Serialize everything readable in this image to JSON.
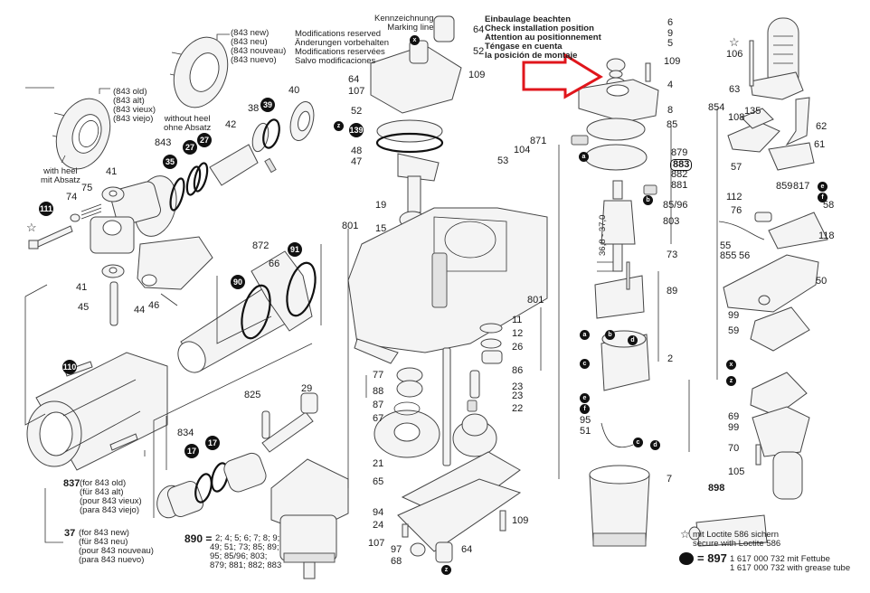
{
  "diagram": {
    "type": "exploded-parts-view",
    "annotations": {
      "modifications": [
        "Modifications reserved",
        "Änderungen vorbehalten",
        "Modifications reservées",
        "Salvo modificaciones"
      ],
      "marking": [
        "Kennzeichnung",
        "Marking line"
      ],
      "install_position": [
        "Einbaulage beachten",
        "Check installation position",
        "Attention au positionnement",
        "Téngase en cuenta",
        "la posición de montaje"
      ],
      "flange_new": [
        "(843 new)",
        "(843 neu)",
        "(843 nouveau)",
        "(843 nuevo)"
      ],
      "flange_old": [
        "(843 old)",
        "(843 alt)",
        "(843 vieux)",
        "(843 viejo)"
      ],
      "with_heel": [
        "with heel",
        "mit Absatz"
      ],
      "without_heel": [
        "without heel",
        "ohne Absatz"
      ],
      "part_837": {
        "number": "837",
        "lines": [
          "(for 843 old)",
          "(für 843 alt)",
          "(pour 843 vieux)",
          "(para 843 viejo)"
        ]
      },
      "part_37": {
        "number": "37",
        "lines": [
          "(for 843 new)",
          "(für 843 neu)",
          "(pour 843 nouveau)",
          "(para 843 nuevo)"
        ]
      },
      "kit_890": {
        "number": "890 =",
        "lines": [
          "2; 4; 5; 6; 7; 8; 9;",
          "49; 51; 73; 85; 89;",
          "95; 85/96; 803;",
          "879; 881; 882; 883"
        ]
      },
      "dimension": "36,8 - 37,0",
      "loctite": [
        "mit Loctite 586 sichern",
        "secure with Loctite 586"
      ],
      "grease": {
        "label": "= 897",
        "lines": [
          "1 617 000 732 mit Fettube",
          "1 617 000 732 with grease tube"
        ]
      }
    },
    "highlight_arrow": {
      "color": "#e0161c",
      "points_to_part": "5"
    },
    "grease_badges": [
      "111",
      "35",
      "27",
      "27",
      "39",
      "139",
      "91",
      "90",
      "110",
      "17",
      "17"
    ],
    "letter_badges": [
      "x",
      "z",
      "a",
      "b",
      "c",
      "d",
      "e",
      "f"
    ],
    "part_labels": {
      "p64a": "64",
      "p52a": "52",
      "p64b": "64",
      "p107a": "107",
      "p109a": "109",
      "p52b": "52",
      "p139": "139",
      "p48": "48",
      "p47": "47",
      "p19": "19",
      "p15": "15",
      "p801a": "801",
      "p53": "53",
      "p104": "104",
      "p871": "871",
      "p801b": "801",
      "p11": "11",
      "p12": "12",
      "p26": "26",
      "p86": "86",
      "p23a": "23",
      "p23b": "23",
      "p22": "22",
      "p77": "77",
      "p88": "88",
      "p87": "87",
      "p67": "67",
      "p21": "21",
      "p65": "65",
      "p94": "94",
      "p24": "24",
      "p107b": "107",
      "p97": "97",
      "p68": "68",
      "p64c": "64",
      "p109b": "109",
      "p40": "40",
      "p38": "38",
      "p39": "39",
      "p42": "42",
      "p843": "843",
      "p27a": "27",
      "p27b": "27",
      "p35": "35",
      "p41a": "41",
      "p75": "75",
      "p74": "74",
      "p111": "111",
      "p41b": "41",
      "p45": "45",
      "p44": "44",
      "p46": "46",
      "p872": "872",
      "p66": "66",
      "p91": "91",
      "p90": "90",
      "p110": "110",
      "p825": "825",
      "p29": "29",
      "p834": "834",
      "p17a": "17",
      "p17b": "17",
      "p6": "6",
      "p9": "9",
      "p5": "5",
      "p109c": "109",
      "p4": "4",
      "p8": "8",
      "p85": "85",
      "p879": "879",
      "p883": "883",
      "p882": "882",
      "p881": "881",
      "p8596": "85/96",
      "p803": "803",
      "p73": "73",
      "p89": "89",
      "p2": "2",
      "p95": "95",
      "p51": "51",
      "p7": "7",
      "p106": "106",
      "p63": "63",
      "p854": "854",
      "p108": "108",
      "p135": "135",
      "p62": "62",
      "p61": "61",
      "p57": "57",
      "p859": "859",
      "p817": "817",
      "p112": "112",
      "p76": "76",
      "p58": "58",
      "p118": "118",
      "p55": "55",
      "p855": "855",
      "p56": "56",
      "p50": "50",
      "p99a": "99",
      "p59": "59",
      "p69": "69",
      "p99b": "99",
      "p70": "70",
      "p105": "105",
      "p898": "898"
    },
    "icons": {
      "star": "☆"
    }
  }
}
